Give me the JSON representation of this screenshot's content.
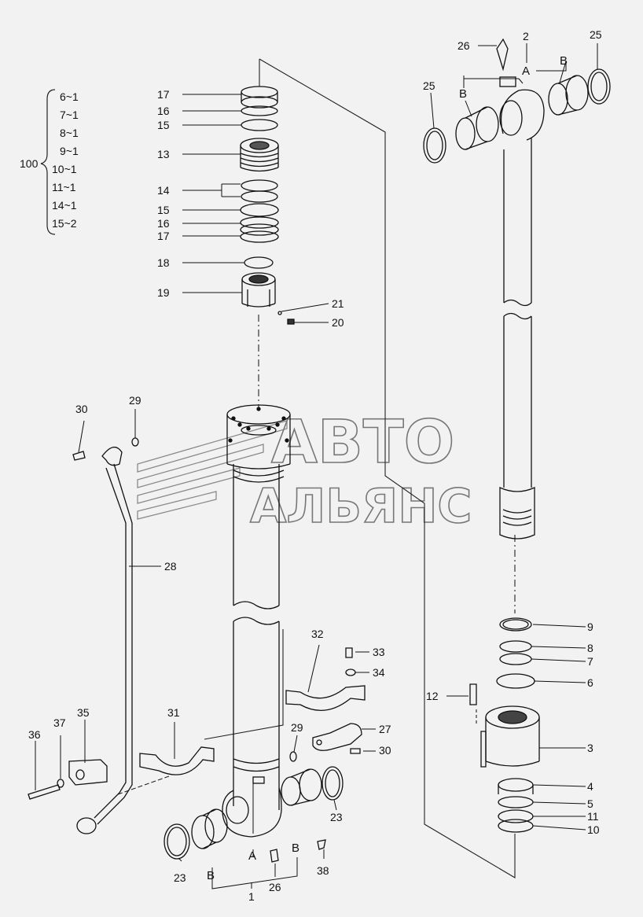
{
  "kit": {
    "number": "100",
    "items": [
      "6~1",
      "7~1",
      "8~1",
      "9~1",
      "10~1",
      "11~1",
      "14~1",
      "15~2"
    ]
  },
  "labels": {
    "n1": "1",
    "n2": "2",
    "n3": "3",
    "n4": "4",
    "n5": "5",
    "n6": "6",
    "n7": "7",
    "n8": "8",
    "n9": "9",
    "n10": "10",
    "n11": "11",
    "n12": "12",
    "n13": "13",
    "n14": "14",
    "n15a": "15",
    "n15b": "15",
    "n16a": "16",
    "n16b": "16",
    "n17a": "17",
    "n17b": "17",
    "n18": "18",
    "n19": "19",
    "n20": "20",
    "n21": "21",
    "n23a": "23",
    "n23b": "23",
    "n25a": "25",
    "n25b": "25",
    "n26a": "26",
    "n26b": "26",
    "n27": "27",
    "n28": "28",
    "n29a": "29",
    "n29b": "29",
    "n30a": "30",
    "n30b": "30",
    "n31": "31",
    "n32": "32",
    "n33": "33",
    "n34": "34",
    "n35": "35",
    "n36": "36",
    "n37": "37",
    "n38": "38",
    "A1": "A",
    "A2": "A",
    "B1": "B",
    "B2": "B",
    "B3": "B",
    "B4": "B"
  },
  "watermark": {
    "line1": "АВТО",
    "line2": "АЛЬЯНС"
  }
}
